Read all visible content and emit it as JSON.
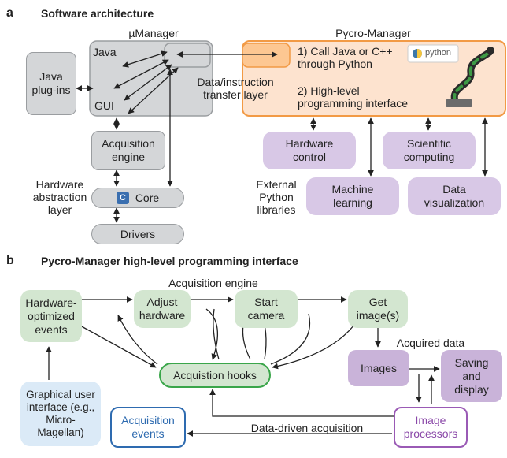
{
  "panel_a": {
    "letter": "a",
    "title": "Software architecture",
    "umanager": "µManager",
    "java": "Java",
    "gui": "GUI",
    "java_plugins": "Java plug-ins",
    "transfer_layer": "Data/instruction transfer layer",
    "acq_engine": "Acquisition engine",
    "hal_label": "Hardware abstraction layer",
    "core": "Core",
    "drivers": "Drivers",
    "pycro_manager": "Pycro-Manager",
    "pm_item1": "1) Call Java or C++ through Python",
    "pm_item2": "2) High-level programming interface",
    "python_badge": "python",
    "ext_libs": "External Python libraries",
    "hardware_control": "Hardware control",
    "scientific_computing": "Scientific computing",
    "machine_learning": "Machine learning",
    "data_visualization": "Data visualization"
  },
  "panel_b": {
    "letter": "b",
    "title": "Pycro-Manager high-level programming interface",
    "acq_engine_label": "Acquisition engine",
    "hw_opt_events": "Hardware-optimized events",
    "adjust_hardware": "Adjust hardware",
    "start_camera": "Start camera",
    "get_images": "Get image(s)",
    "acq_hooks": "Acquistion hooks",
    "acquired_data": "Acquired data",
    "images": "Images",
    "saving_display": "Saving and display",
    "gui_box": "Graphical user interface (e.g., Micro-Magellan)",
    "acq_events": "Acquisition events",
    "data_driven": "Data-driven acquisition",
    "image_processors": "Image processors"
  },
  "colors": {
    "gray_fill": "#d4d6d8",
    "gray_stroke": "#9a9da0",
    "orange_fill": "#fde3cf",
    "orange_stroke": "#f29a45",
    "purple_fill": "#d8c8e6",
    "green_fill": "#d3e6d0",
    "green_stroke": "#3aa64a",
    "blue_stroke": "#2e6bb0",
    "blue_text": "#2e6bb0",
    "lightblue_fill": "#dbeaf7",
    "imgproc_stroke": "#9a5ab5",
    "imgproc_text": "#8a48a8"
  }
}
